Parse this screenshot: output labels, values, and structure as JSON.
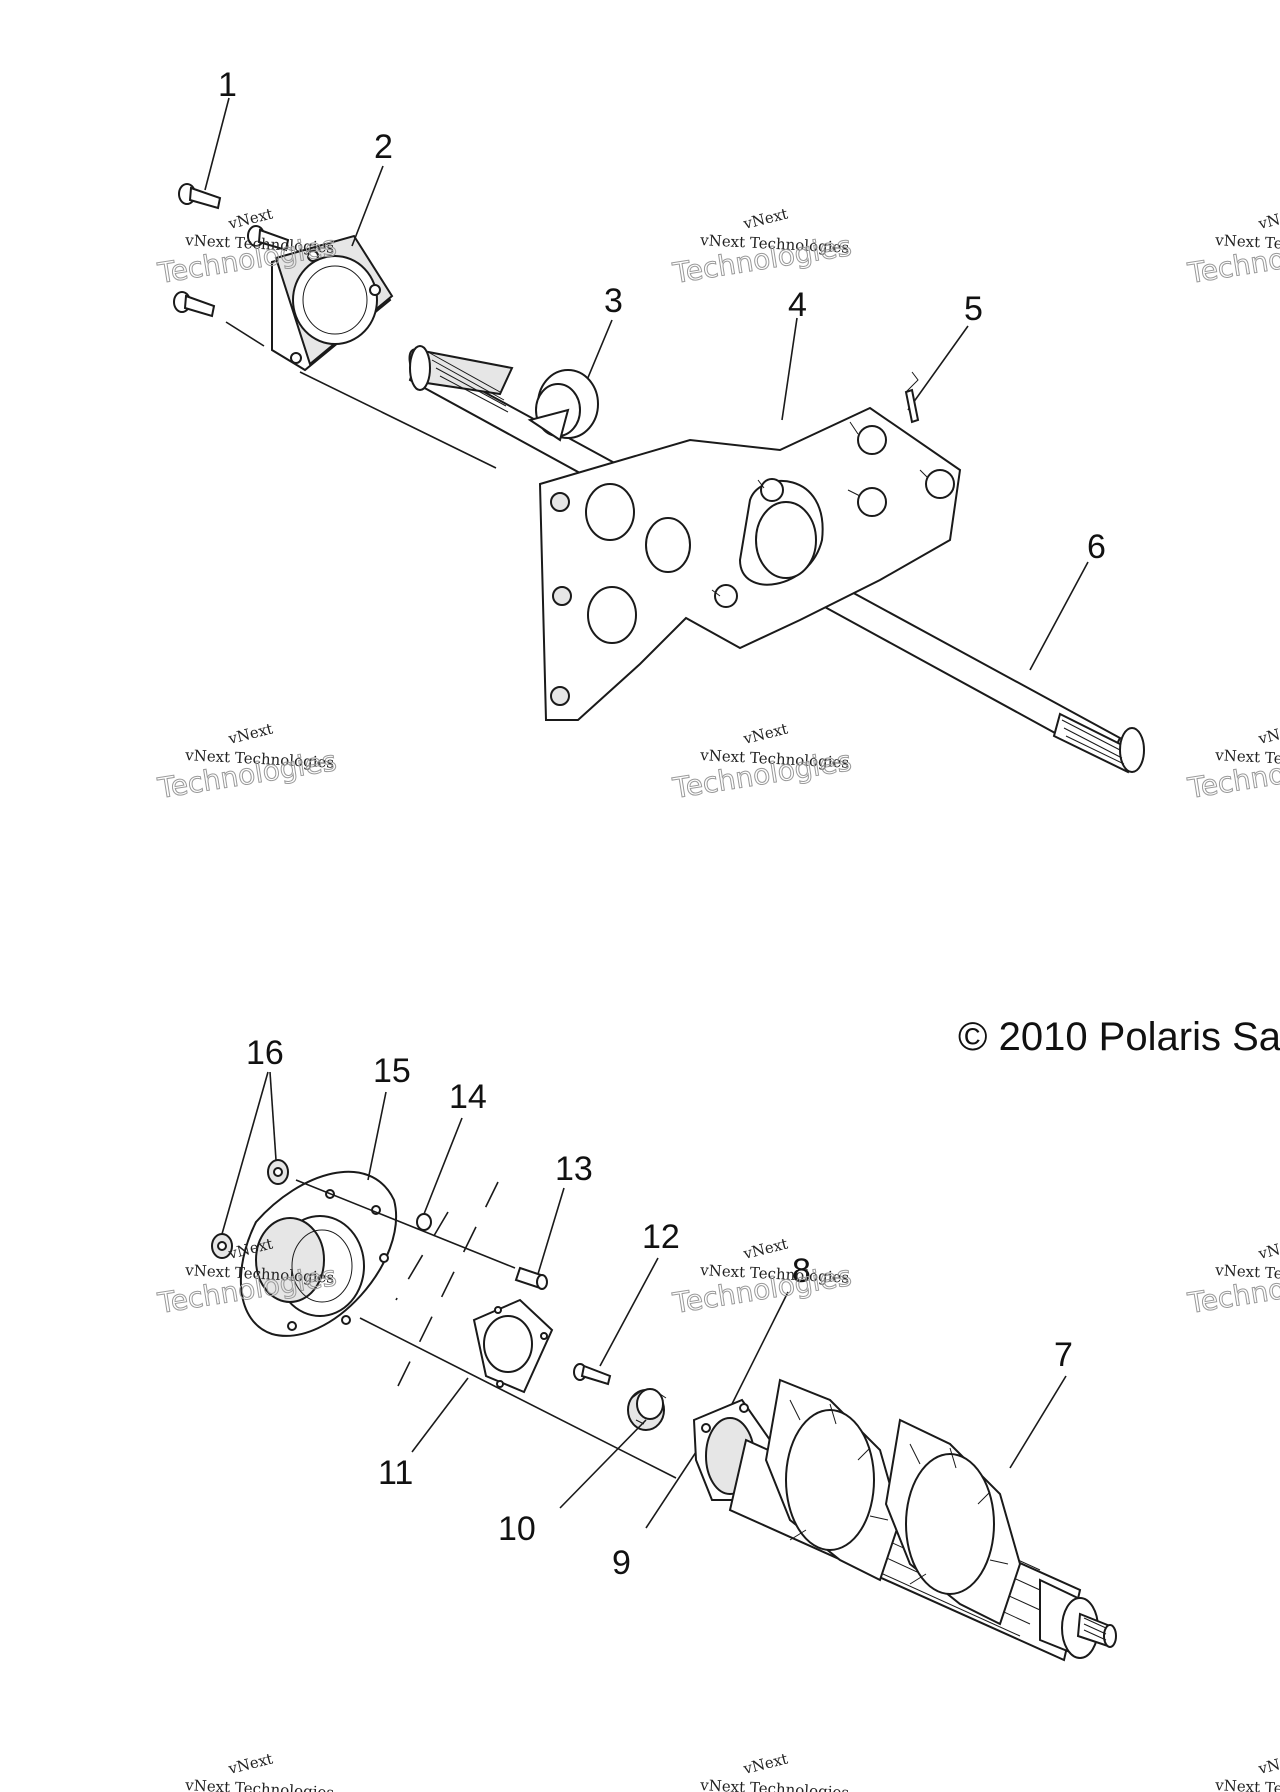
{
  "callouts": {
    "c1": "1",
    "c2": "2",
    "c3": "3",
    "c4": "4",
    "c5": "5",
    "c6": "6",
    "c7": "7",
    "c8": "8",
    "c9": "9",
    "c10": "10",
    "c11": "11",
    "c12": "12",
    "c13": "13",
    "c14": "14",
    "c15": "15",
    "c16": "16"
  },
  "copyright": "© 2010 Polaris Sal",
  "watermark": {
    "brand": "vNext",
    "company": "vNext Technologies",
    "word": "Technologies"
  }
}
